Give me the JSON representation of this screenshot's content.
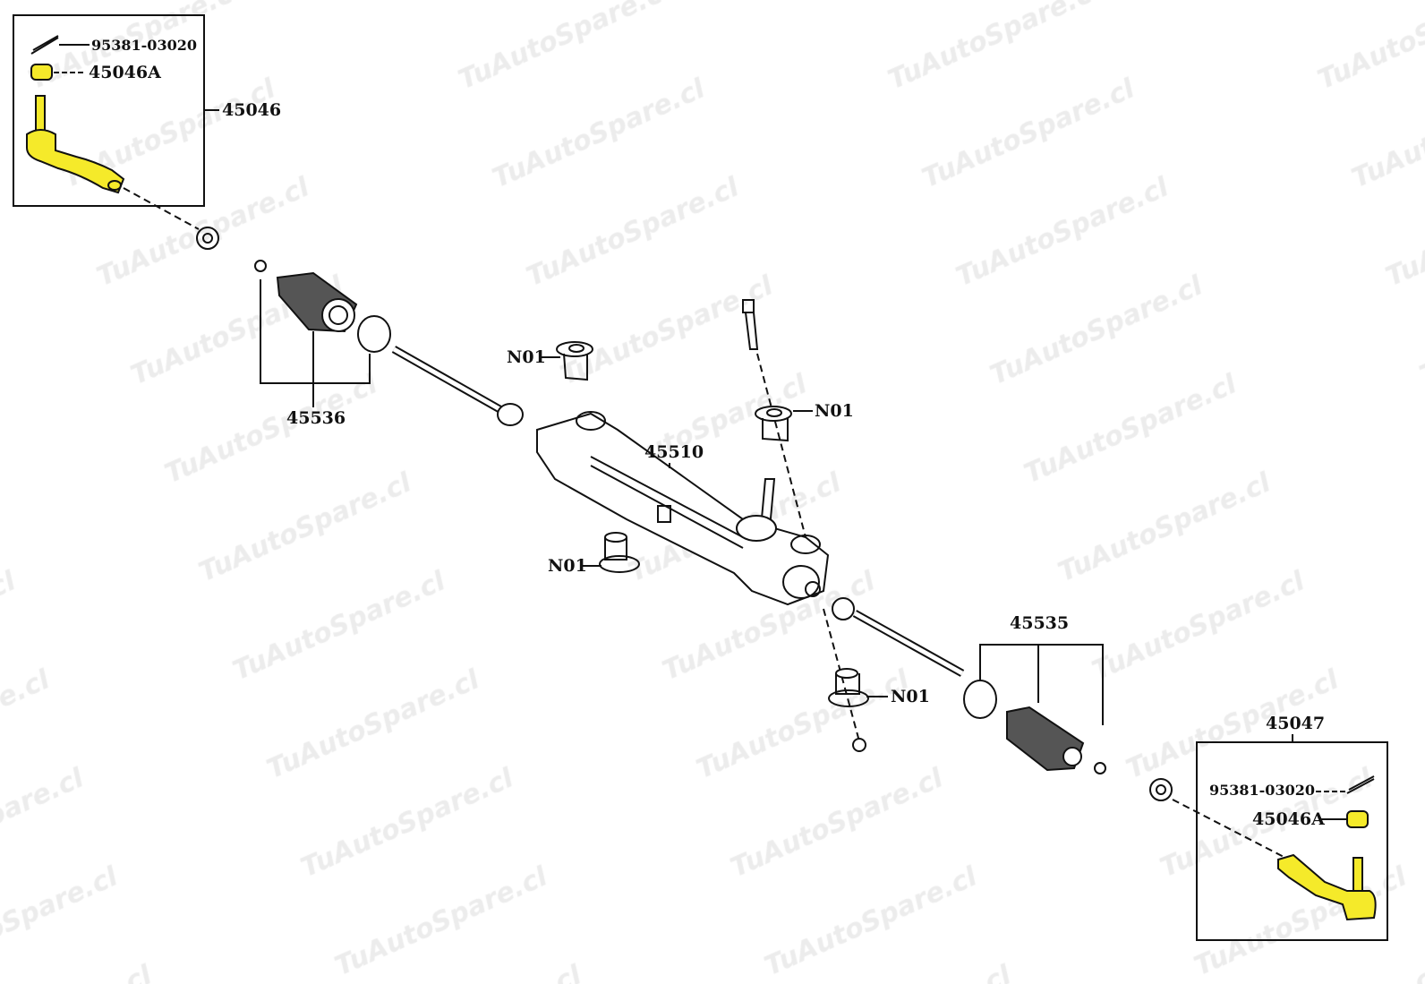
{
  "watermark": "TuAutoSpare.cl",
  "colors": {
    "highlight": "#f5ea2a",
    "line": "#111111",
    "watermark": "#ececec"
  },
  "labels": {
    "left_box": {
      "cotter_pin": "95381-03020",
      "nut": "45046A",
      "assembly": "45046"
    },
    "boot_left": "45536",
    "housing": "45510",
    "bushing_top_left": "N01",
    "bushing_top_right": "N01",
    "bushing_mid_left": "N01",
    "bushing_bottom": "N01",
    "boot_right": "45535",
    "right_box": {
      "assembly": "45047",
      "cotter_pin": "95381-03020",
      "nut": "45046A"
    }
  }
}
